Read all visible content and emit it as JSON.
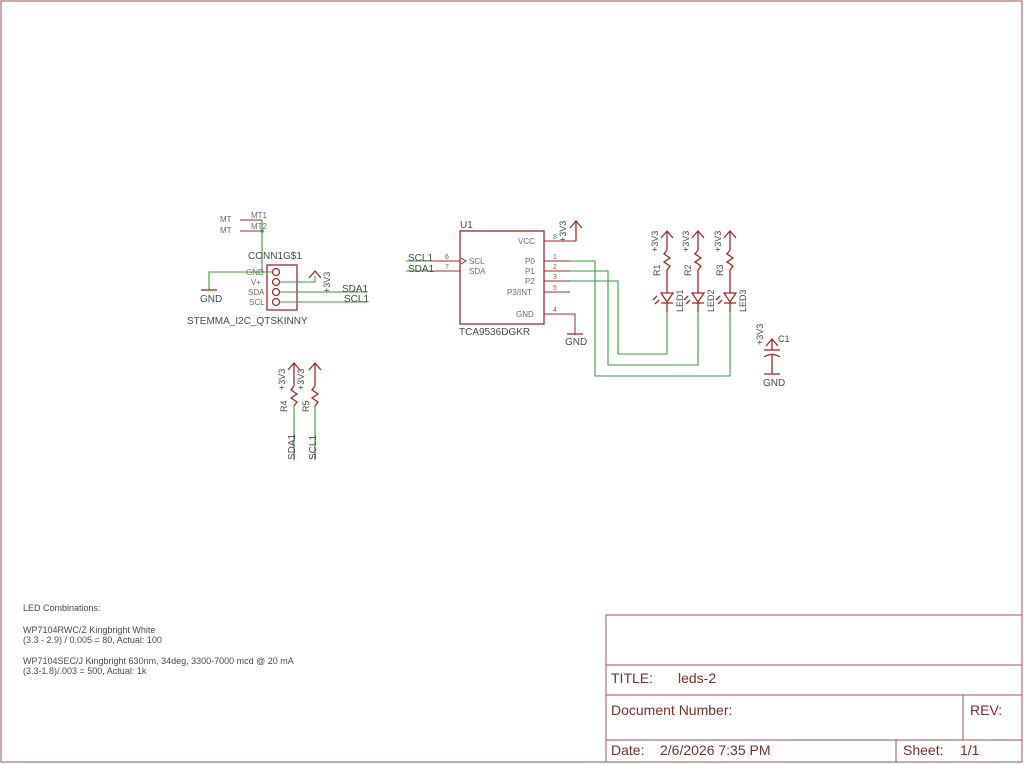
{
  "connector": {
    "mt1": "MT1",
    "mt2": "MT2",
    "mt_a": "MT",
    "mt_b": "MT",
    "name": "CONN1G$1",
    "value": "STEMMA_I2C_QTSKINNY",
    "pins": [
      "GND",
      "V+",
      "SDA",
      "SCL"
    ]
  },
  "ic": {
    "name": "U1",
    "value": "TCA9536DGKR",
    "left_pins": [
      {
        "num": "6",
        "name": "SCL"
      },
      {
        "num": "7",
        "name": "SDA"
      }
    ],
    "right_pins": [
      {
        "num": "8",
        "name": "VCC"
      },
      {
        "num": "1",
        "name": "P0"
      },
      {
        "num": "2",
        "name": "P1"
      },
      {
        "num": "3",
        "name": "P2"
      },
      {
        "num": "5",
        "name": "P3/INT"
      },
      {
        "num": "4",
        "name": "GND"
      }
    ]
  },
  "nets": {
    "v3a": "+3V3",
    "v3b": "+3V3",
    "v3c": "+3V3",
    "v3d": "+3V3",
    "v3e": "+3V3",
    "v3f": "+3V3",
    "v3g": "+3V3",
    "v3h": "+3V3",
    "gnd_a": "GND",
    "gnd_b": "GND",
    "gnd_c": "GND",
    "sda_conn": "SDA1",
    "scl_conn": "SCL1",
    "scl_ic": "SCL1",
    "sda_ic": "SDA1",
    "sda_pull": "SDA1",
    "scl_pull": "SCL1"
  },
  "resistors": [
    "R1",
    "R2",
    "R3",
    "R4",
    "R5"
  ],
  "leds": [
    "LED1",
    "LED2",
    "LED3"
  ],
  "capacitor": "C1",
  "notes": {
    "heading": "LED Combinations:",
    "line1": "WP7104RWC/Z Kingbright White",
    "line2": "(3.3 - 2.9) / 0.005 = 80, Actual: 100",
    "line3": "WP7104SEC/J Kingbright 630nm, 34deg, 3300-7000 mcd @ 20 mA",
    "line4": "(3.3-1.8)/.003 = 500, Actual: 1k"
  },
  "title_block": {
    "title_label": "TITLE:",
    "title_value": "leds-2",
    "docnum_label": "Document Number:",
    "rev_label": "REV:",
    "date_label": "Date:",
    "date_value": "2/6/2026 7:35 PM",
    "sheet_label": "Sheet:",
    "sheet_value": "1/1"
  }
}
